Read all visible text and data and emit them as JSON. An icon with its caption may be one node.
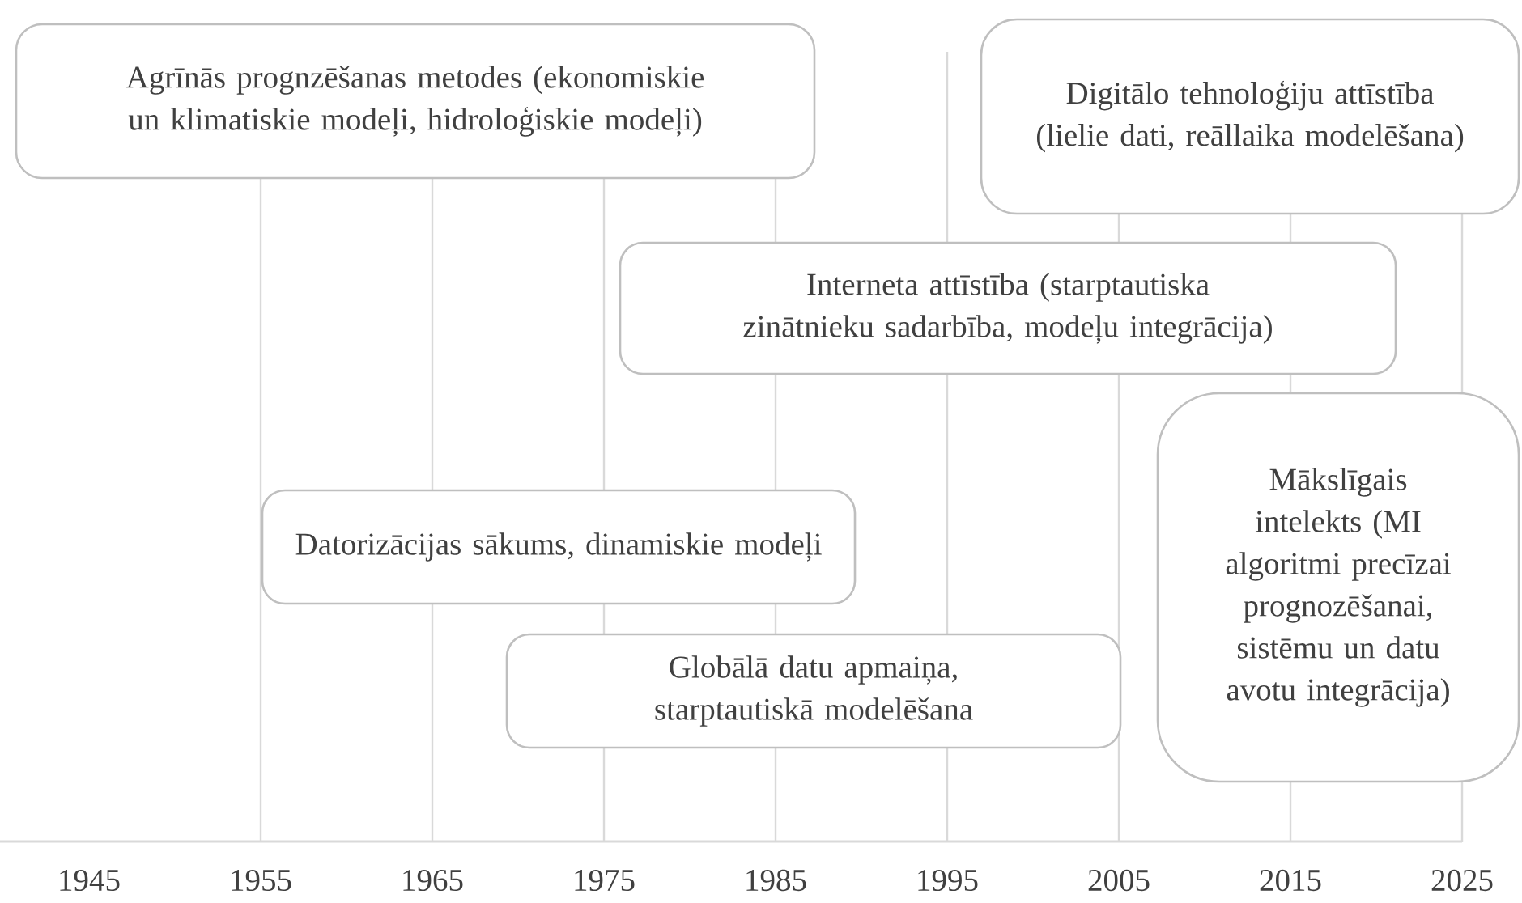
{
  "diagram": {
    "nodes": [
      {
        "text": [
          "Agrīnās prognzēšanas metodes (ekonomiskie un klimatiskie modeļi, hidroloģiskie modeļi)"
        ]
      },
      {
        "text": [
          "Digitālo tehnoloģiju attīstība (lielie dati, reāllaika modelēšana)"
        ]
      },
      {
        "text": [
          "Interneta attīstība (starptautiska zinātnieku sadarbība, modeļu integrācija)"
        ]
      },
      {
        "text": [
          "Mākslīgais intelekts (MI algoritmi precīzai prognozēšanai, sistēmu un datu avotu integrācija)"
        ]
      },
      {
        "text": [
          "Datorizācijas sākums, dinamiskie modeļi"
        ]
      },
      {
        "text": [
          "Globālā datu apmaiņa, starptautiskā modelēšana"
        ]
      }
    ],
    "labels": [
      "1945",
      "1955",
      "1965",
      "1975",
      "1985",
      "1995",
      "2005",
      "2015",
      "2025"
    ]
  }
}
